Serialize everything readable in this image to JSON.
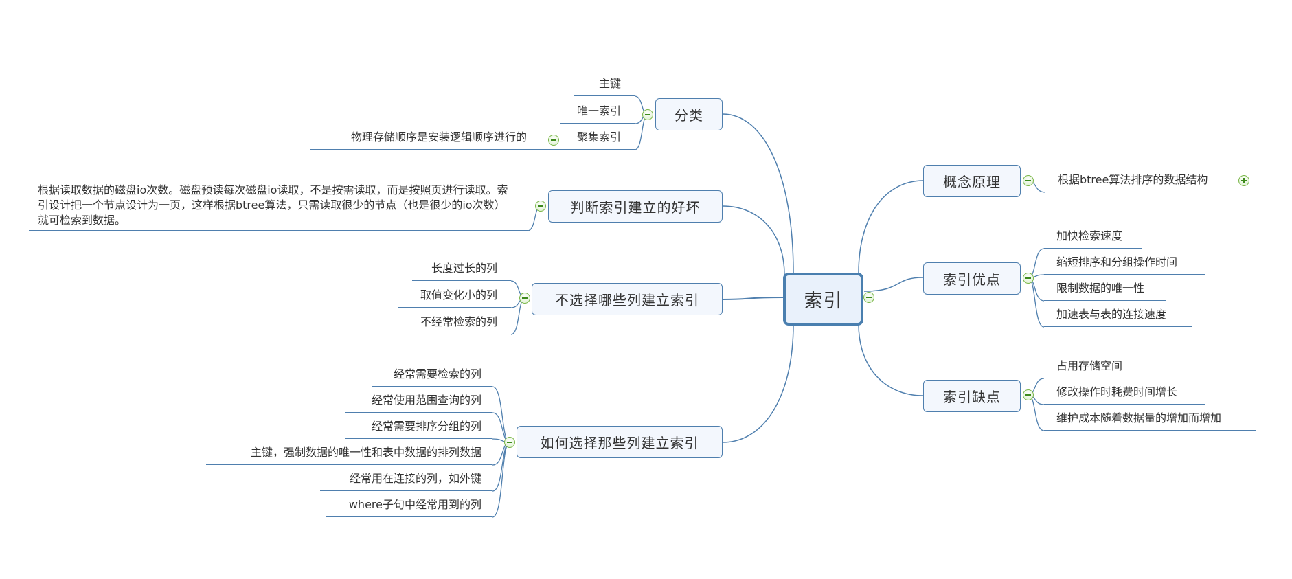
{
  "center": {
    "label": "索引"
  },
  "branches": {
    "category": {
      "label": "分类",
      "children": [
        "主键",
        "唯一索引",
        "聚集索引"
      ],
      "clustered_note": "物理存储顺序是安装逻辑顺序进行的"
    },
    "judge": {
      "label": "判断索引建立的好坏",
      "note": "根据读取数据的磁盘io次数。磁盘预读每次磁盘io读取，不是按需读取，而是按照页进行读取。索引设计把一个节点设计为一页，这样根据btree算法，只需读取很少的节点（也是很少的io次数）就可检索到数据。"
    },
    "avoid": {
      "label": "不选择哪些列建立索引",
      "children": [
        "长度过长的列",
        "取值变化小的列",
        "不经常检索的列"
      ]
    },
    "choose": {
      "label": "如何选择那些列建立索引",
      "children": [
        "经常需要检索的列",
        "经常使用范围查询的列",
        "经常需要排序分组的列",
        "主键，强制数据的唯一性和表中数据的排列数据",
        "经常用在连接的列，如外键",
        "where子句中经常用到的列"
      ]
    },
    "concept": {
      "label": "概念原理",
      "children": [
        "根据btree算法排序的数据结构"
      ]
    },
    "pros": {
      "label": "索引优点",
      "children": [
        "加快检索速度",
        "缩短排序和分组操作时间",
        "限制数据的唯一性",
        "加速表与表的连接速度"
      ]
    },
    "cons": {
      "label": "索引缺点",
      "children": [
        "占用存储空间",
        "修改操作时耗费时间增长",
        "维护成本随着数据量的增加而增加"
      ]
    }
  },
  "colors": {
    "line": "#4f7fae",
    "node_fill": "#f3f7fd",
    "center_fill": "#e9f1fb",
    "toggle": "#7ab648"
  }
}
